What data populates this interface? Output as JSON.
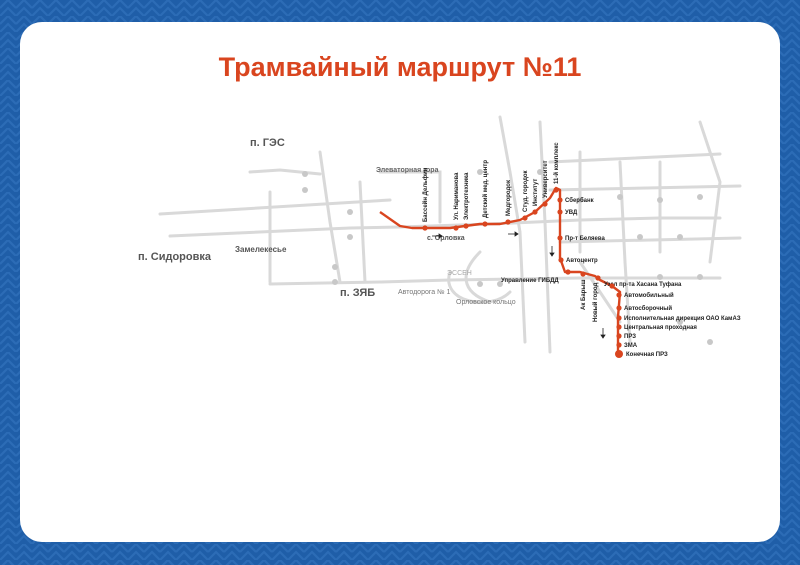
{
  "title": "Трамвайный маршрут №11",
  "colors": {
    "frame": "#1f5ea8",
    "route": "#d9451f",
    "map_lines": "#d6d6d6"
  },
  "districts": {
    "ges": "п. ГЭС",
    "sidorovka": "п. Сидоровка",
    "zyab": "п. ЗЯБ",
    "zamelekese": "Замелекесье",
    "elevator": "Элеваторная гора",
    "orlovka": "с. Орловка",
    "essen": "ЭССЕН",
    "autoroad": "Автодорога № 1",
    "ring": "Орловское кольцо"
  },
  "stops_upper": [
    "Бассейн Дельфин",
    "Ул. Нариманова",
    "Электротехника",
    "Детский мед. центр",
    "Медгородок",
    "Студ. городок",
    "Институт",
    "Университет",
    "11-й комплекс"
  ],
  "stops_right": [
    "Сбербанк",
    "УВД",
    "Пр-т Беляева",
    "Автоцентр",
    "Управление ГИБДД",
    "Узел пр-та Хасана Туфана",
    "Ак Барыш",
    "Новый город",
    "Автомобильный",
    "Автосборочный",
    "Исполнительная дирекция ОАО КамАЗ",
    "Центральная проходная",
    "ПРЗ",
    "ЗМА",
    "Конечная ПРЗ"
  ]
}
